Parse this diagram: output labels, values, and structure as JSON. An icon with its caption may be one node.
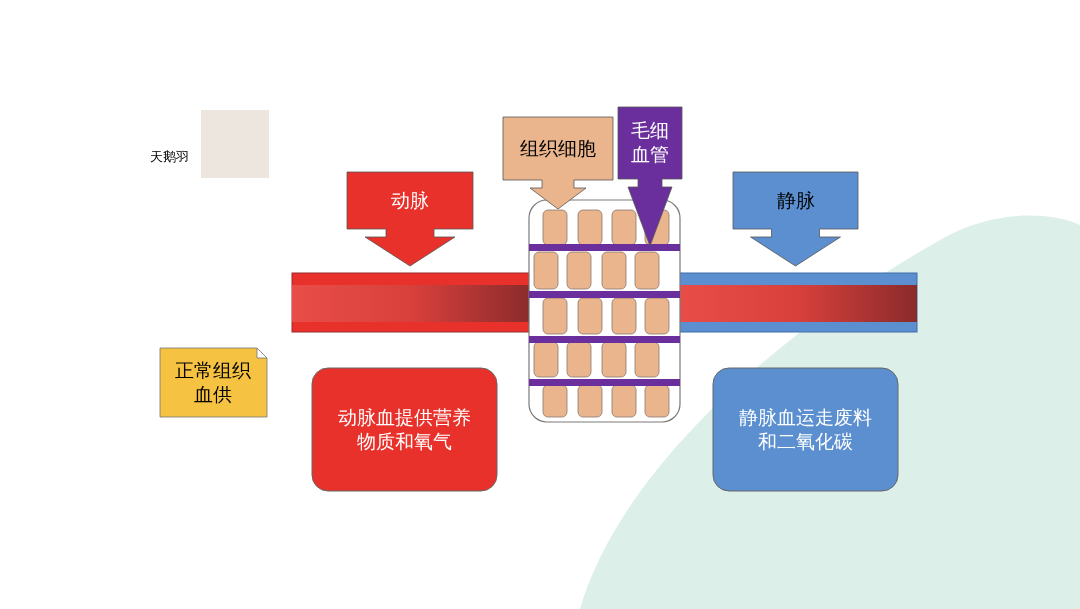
{
  "diagram": {
    "nodes": [
      {
        "text": [
          "动脉"
        ]
      },
      {
        "text": [
          "组织细胞"
        ]
      },
      {
        "text": [
          "毛细血管"
        ]
      },
      {
        "text": [
          "静脉"
        ]
      },
      {
        "text": [
          "正常组织血供"
        ]
      },
      {
        "text": [
          "动脉血提供营养物质和氧气"
        ]
      },
      {
        "text": [
          "静脉血运走废料和二氧化碳"
        ]
      }
    ],
    "labels": [
      "天鹅羽"
    ]
  }
}
